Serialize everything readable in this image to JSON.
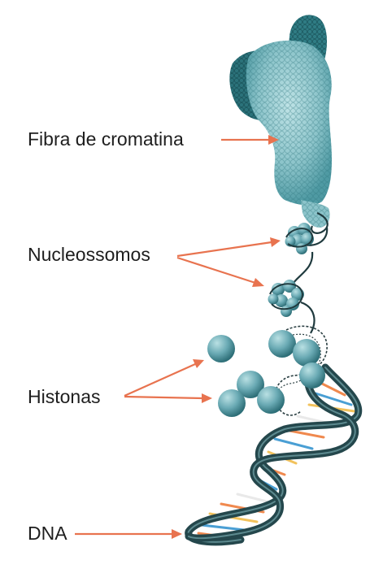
{
  "labels": {
    "chromatin_fiber": "Fibra de cromatina",
    "nucleosomes": "Nucleossomos",
    "histones": "Histonas",
    "dna": "DNA"
  },
  "colors": {
    "arrow": "#e8734f",
    "chromatin_light": "#9fcfd3",
    "chromatin_mid": "#5fa8b0",
    "chromatin_dark": "#2a6f77",
    "histone": "#6aaab4",
    "dna_backbone": "#24474c",
    "base_orange": "#f0894e",
    "base_yellow": "#f2c25c",
    "base_blue": "#4a9fd4",
    "base_white": "#e9e9e9"
  }
}
